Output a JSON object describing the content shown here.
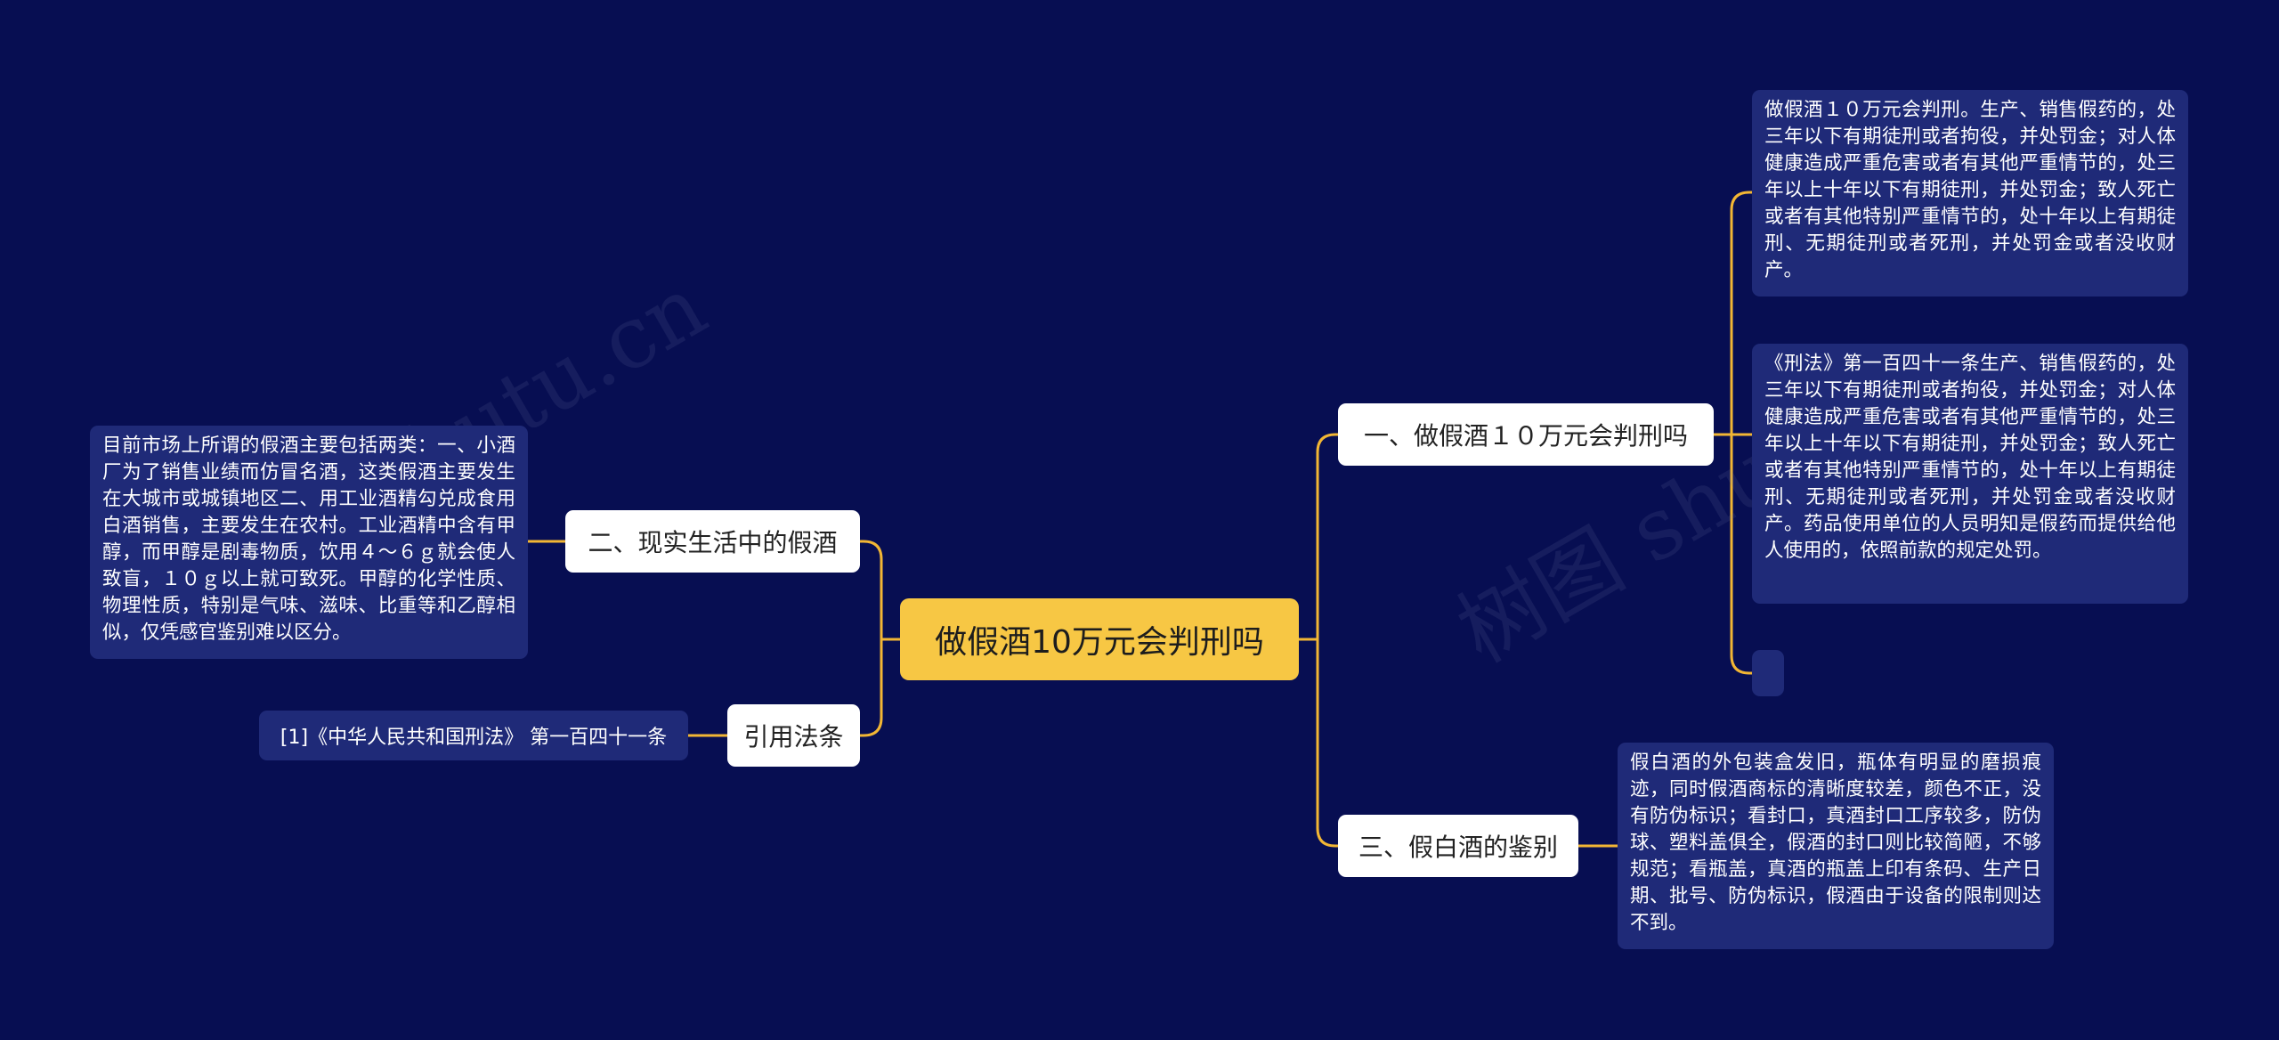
{
  "root": {
    "label": "做假酒10万元会判刑吗"
  },
  "branches": {
    "b1": {
      "label": "一、做假酒１０万元会判刑吗"
    },
    "b2": {
      "label": "三、假白酒的鉴别"
    },
    "b3": {
      "label": "二、现实生活中的假酒"
    },
    "b4": {
      "label": "引用法条"
    }
  },
  "leaves": {
    "l1": {
      "text": "做假酒１０万元会判刑。生产、销售假药的，处三年以下有期徒刑或者拘役，并处罚金；对人体健康造成严重危害或者有其他严重情节的，处三年以上十年以下有期徒刑，并处罚金；致人死亡或者有其他特别严重情节的，处十年以上有期徒刑、无期徒刑或者死刑，并处罚金或者没收财产。"
    },
    "l2": {
      "text": "《刑法》第一百四十一条生产、销售假药的，处三年以下有期徒刑或者拘役，并处罚金；对人体健康造成严重危害或者有其他严重情节的，处三年以上十年以下有期徒刑，并处罚金；致人死亡或者有其他特别严重情节的，处十年以上有期徒刑、无期徒刑或者死刑，并处罚金或者没收财产。药品使用单位的人员明知是假药而提供给他人使用的，依照前款的规定处罚。"
    },
    "l3": {
      "text": ""
    },
    "l4": {
      "text": "假白酒的外包装盒发旧，瓶体有明显的磨损痕迹，同时假酒商标的清晰度较差，颜色不正，没有防伪标识；看封口，真酒封口工序较多，防伪球、塑料盖俱全，假酒的封口则比较简陋，不够规范；看瓶盖，真酒的瓶盖上印有条码、生产日期、批号、防伪标识，假酒由于设备的限制则达不到。"
    },
    "l5": {
      "text": "目前市场上所谓的假酒主要包括两类：一、小酒厂为了销售业绩而仿冒名酒，这类假酒主要发生在大城市或城镇地区二、用工业酒精勾兑成食用白酒销售，主要发生在农村。工业酒精中含有甲醇，而甲醇是剧毒物质，饮用４～６ｇ就会使人致盲，１０ｇ以上就可致死。甲醇的化学性质、物理性质，特别是气味、滋味、比重等和乙醇相似，仅凭感官鉴别难以区分。"
    },
    "l6": {
      "text": "[1]《中华人民共和国刑法》 第一百四十一条"
    }
  },
  "watermarks": [
    "树图 shutu.cn",
    "树图 shutu.cn"
  ],
  "colors": {
    "background": "#070e52",
    "root": "#f7c744",
    "branch": "#ffffff",
    "leaf": "#1f2a78",
    "connector": "#f2b634"
  }
}
